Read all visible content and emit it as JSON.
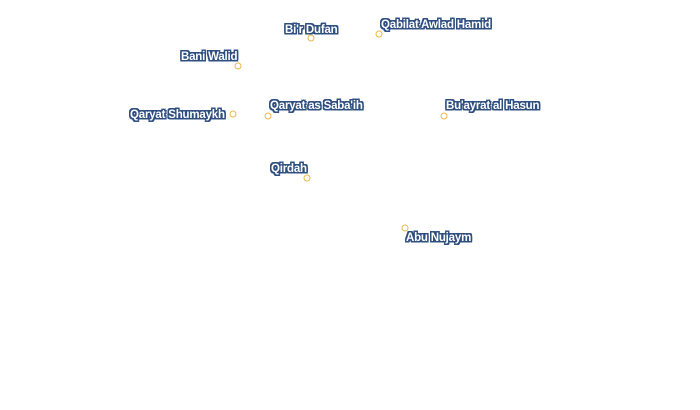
{
  "colors": {
    "background": "#ffffff",
    "label_fill": "#ffffff",
    "label_halo": "#2f4f80",
    "marker_stroke": "#e7b94a"
  },
  "places": {
    "bir_dufan": "Bi'r Dufan",
    "qabilat_awlad_hamid": "Qabilat Awlad Hamid",
    "bani_walid": "Bani Walid",
    "qaryat_shumaykh": "Qaryat Shumaykh",
    "qaryat_as_sabaih": "Qaryat as Saba'ih",
    "buayrat_al_hasun": "Bu'ayrat al Hasun",
    "qirdah": "Qirdah",
    "abu_nujaym": "Abu Nujaym"
  }
}
